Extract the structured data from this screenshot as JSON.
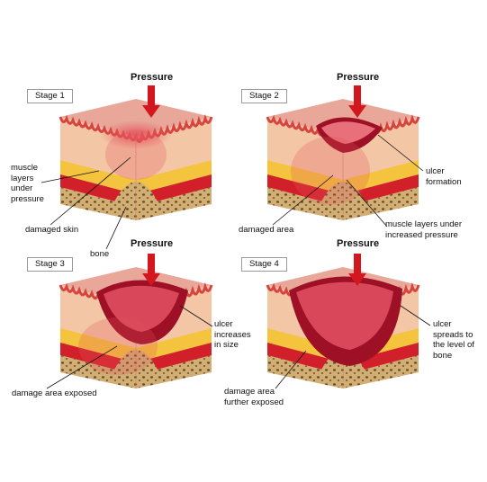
{
  "panels": [
    {
      "stage": "Stage 1",
      "pressure": "Pressure",
      "labels": [
        "muscle\nlayers\nunder\npressure",
        "damaged skin",
        "bone"
      ]
    },
    {
      "stage": "Stage 2",
      "pressure": "Pressure",
      "labels": [
        "damaged area",
        "ulcer\nformation",
        "muscle layers under\nincreased pressure"
      ]
    },
    {
      "stage": "Stage 3",
      "pressure": "Pressure",
      "labels": [
        "damage area exposed",
        "ulcer\nincreases\nin size"
      ]
    },
    {
      "stage": "Stage 4",
      "pressure": "Pressure",
      "labels": [
        "damage area\nfurther exposed",
        "ulcer\nspreads to\nthe level of\nbone"
      ]
    }
  ],
  "colors": {
    "arrow": "#d3171e",
    "skin_surface": "#e9a79a",
    "epidermis": "#d7433f",
    "dermis": "#f3c6a6",
    "fat": "#f5c43f",
    "muscle": "#d2202a",
    "bone": "#c9a46a",
    "ulcer": "#9e1025"
  }
}
